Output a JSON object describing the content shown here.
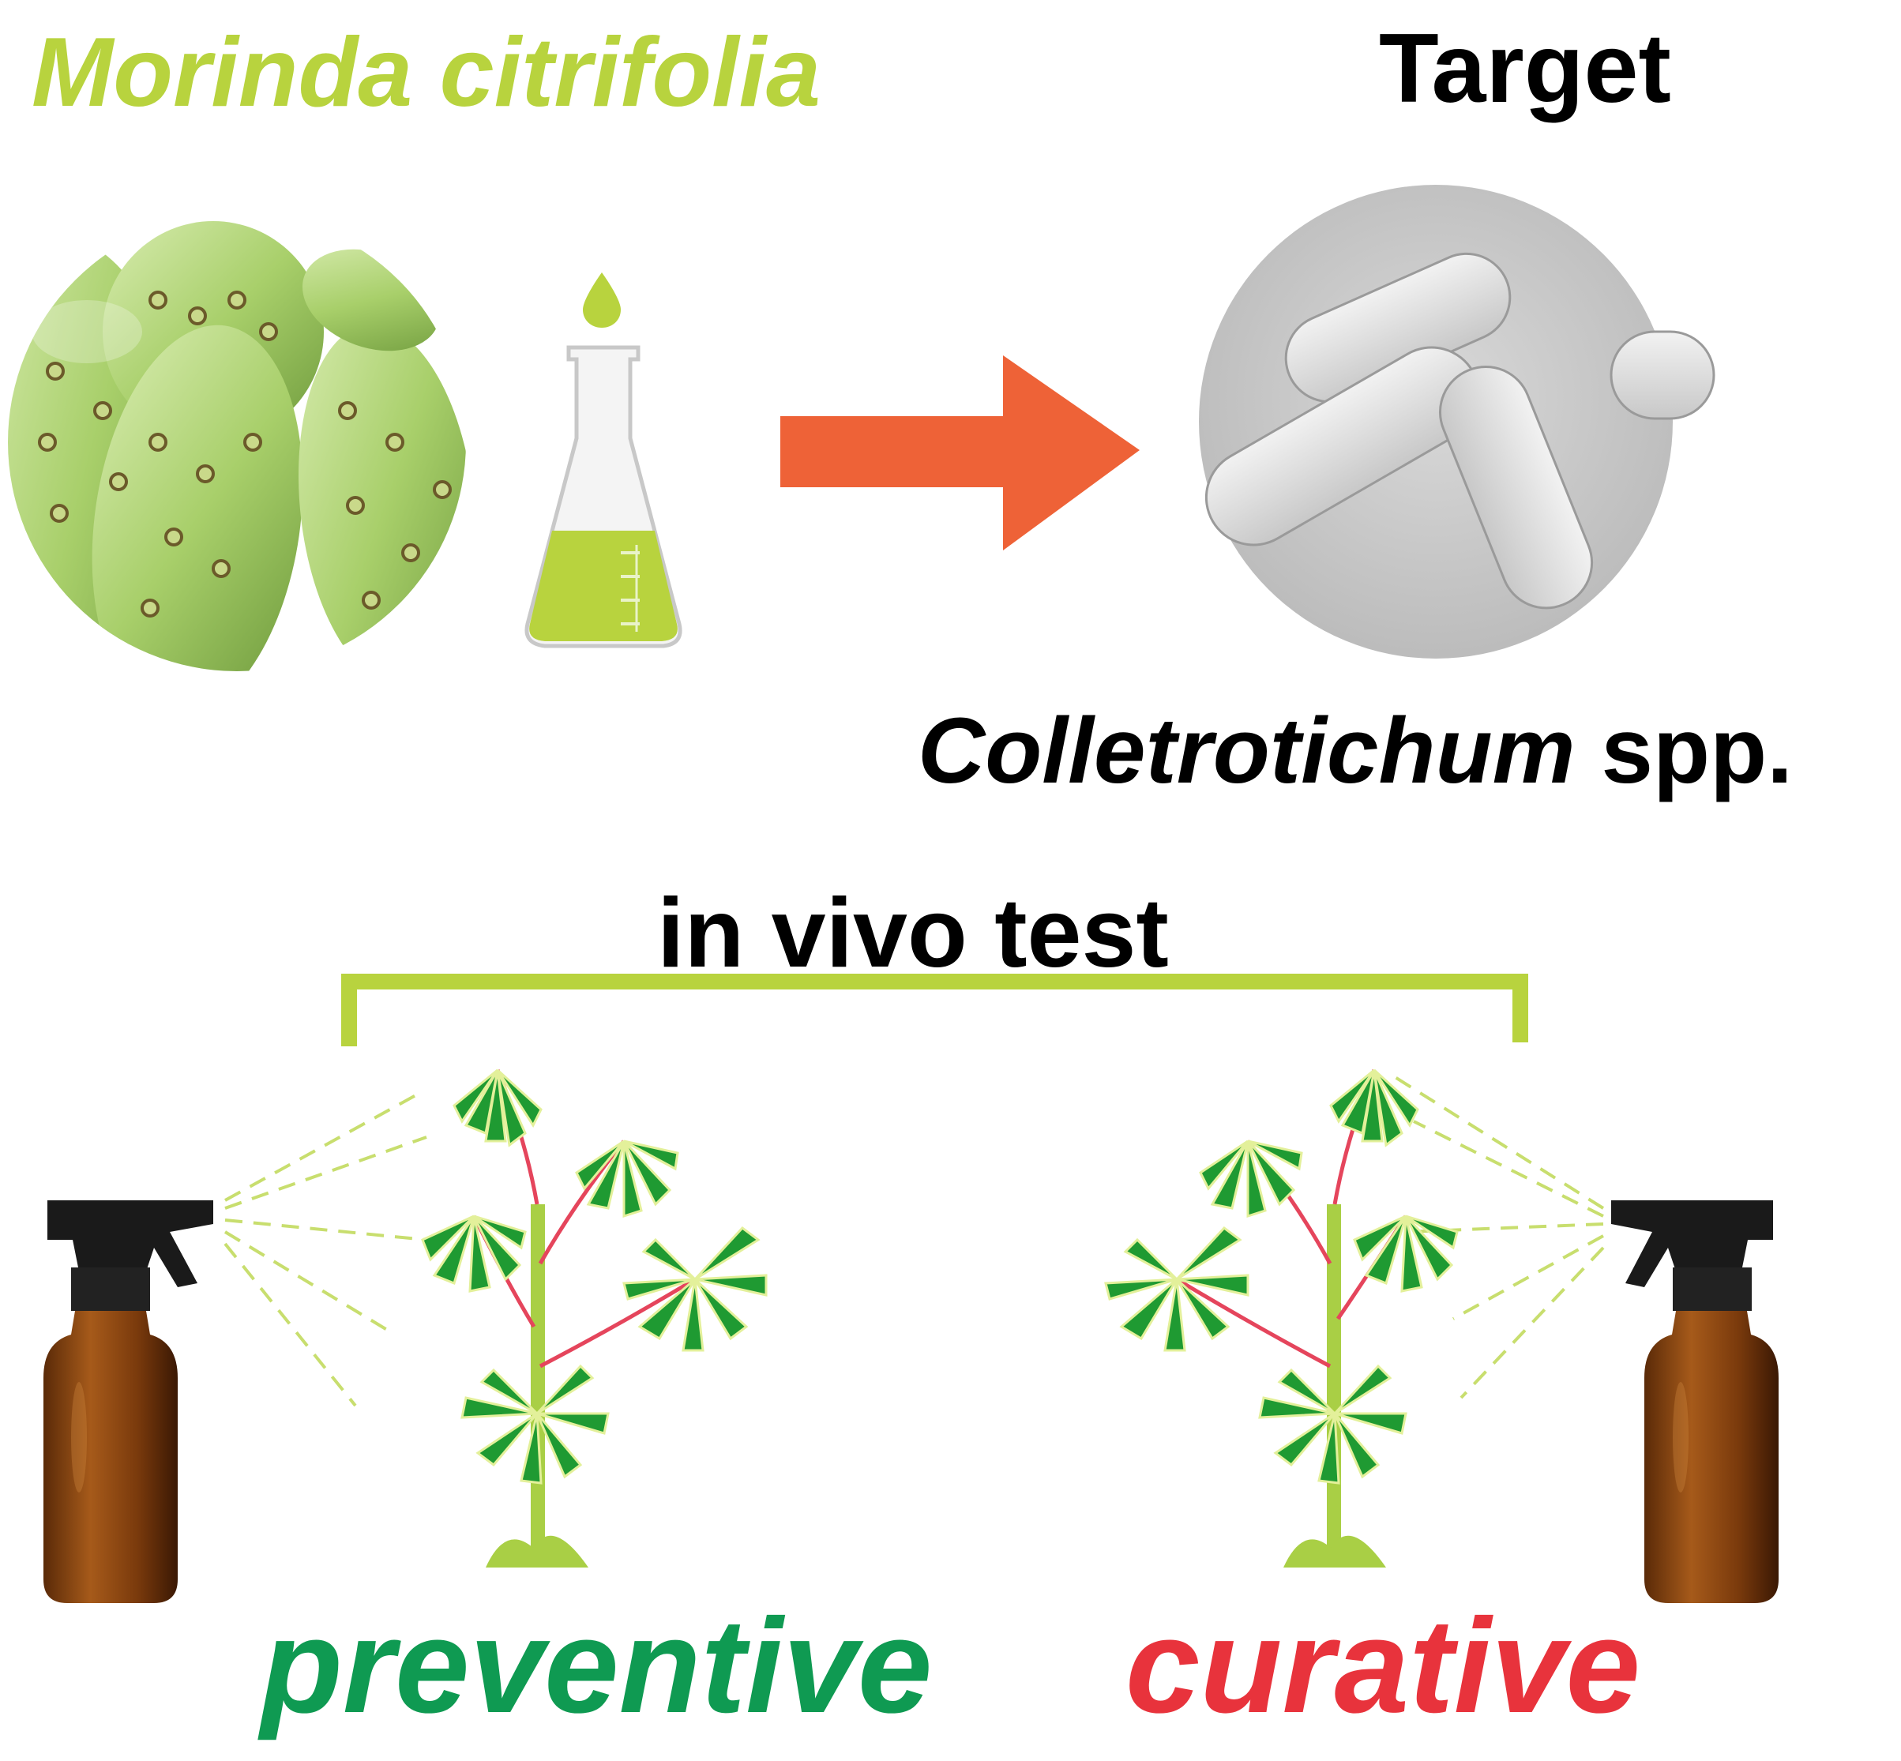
{
  "title_plant": "Morinda citrifolia",
  "title_target": "Target",
  "pathogen": {
    "genus": "Colletrotichum",
    "suffix": " spp."
  },
  "in_vivo_label": "in vivo test",
  "treatments": {
    "preventive": "preventive",
    "curative": "curative"
  },
  "colors": {
    "lime": "#b8d33e",
    "arrow": "#ee6237",
    "preventive": "#0f9a52",
    "curative": "#e8333c",
    "leaf": "#1f9a32",
    "stem": "#a9cf45",
    "petiole": "#e5455c",
    "bottle": "#8a4a12",
    "cap": "#1a1a1a"
  },
  "icons": [
    "noni-fruit-photo",
    "erlenmeyer-flask-icon",
    "droplet-icon",
    "right-arrow-icon",
    "spore-micrograph",
    "spray-bottle-icon",
    "cassava-plant-icon",
    "spray-mist-lines"
  ]
}
